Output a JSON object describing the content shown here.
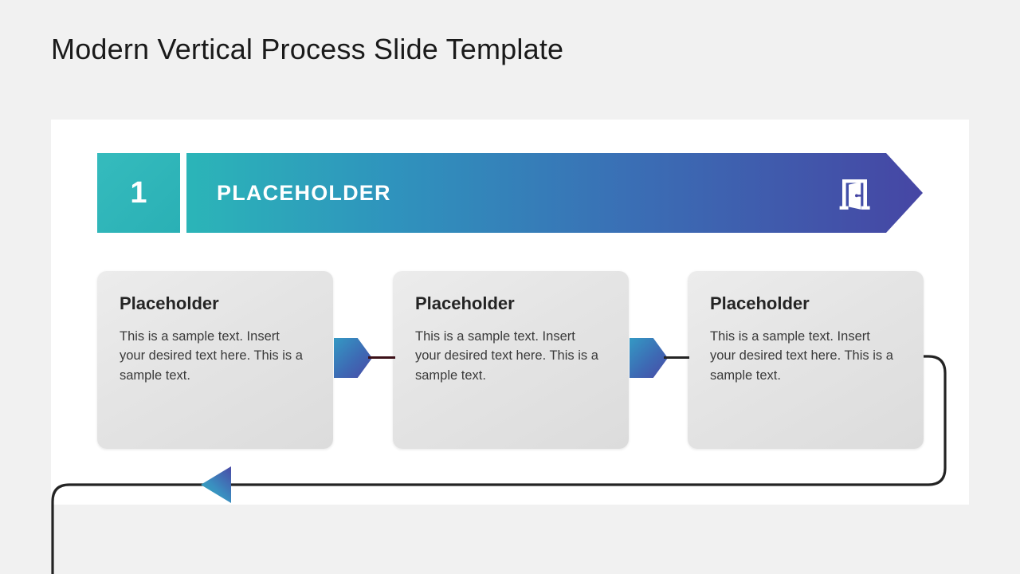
{
  "slide": {
    "title": "Modern Vertical Process Slide Template",
    "background_color": "#f1f1f1",
    "panel_color": "#ffffff"
  },
  "banner": {
    "step_number": "1",
    "label": "PLACEHOLDER",
    "icon": "open-door-icon",
    "gradient_start": "#2bb5b8",
    "gradient_end": "#4646a4",
    "badge_color": "#2fb3b8"
  },
  "cards": [
    {
      "title": "Placeholder",
      "body": "This is a sample text. Insert your desired text here. This is a sample text."
    },
    {
      "title": "Placeholder",
      "body": "This is a sample text. Insert your desired text here. This is a sample text."
    },
    {
      "title": "Placeholder",
      "body": "This is a sample text. Insert your desired text here. This is a sample text."
    }
  ],
  "connectors": [
    {
      "name": "chevron-1",
      "color_start": "#3499c4",
      "color_end": "#4a4aa6",
      "line_color": "#3c1018"
    },
    {
      "name": "chevron-2",
      "color_start": "#3499c4",
      "color_end": "#4a4aa6",
      "line_color": "#242424"
    }
  ],
  "loop": {
    "line_color": "#242424",
    "arrowhead_start": "#31b6bc",
    "arrowhead_end": "#4a4aa6"
  }
}
